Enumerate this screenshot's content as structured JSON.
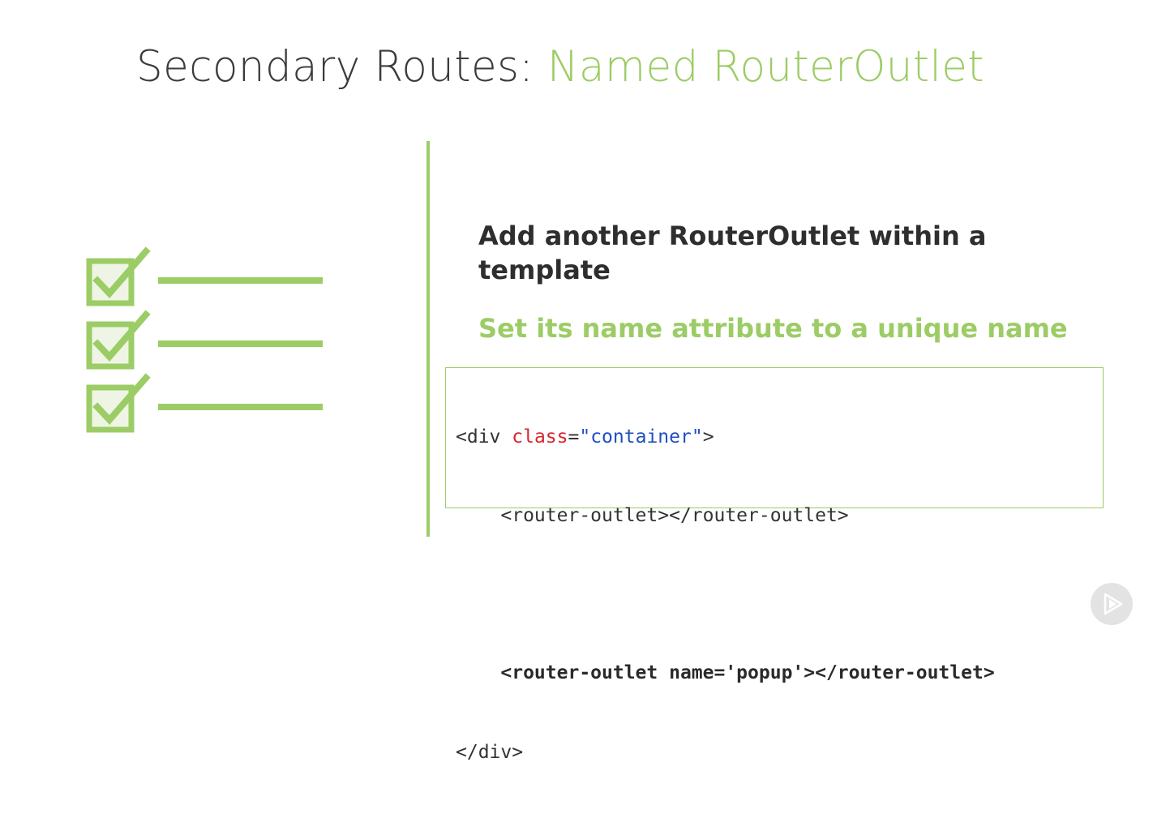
{
  "slide": {
    "title_main": "Secondary Routes: ",
    "title_accent": "Named RouterOutlet",
    "point_1": "Add another RouterOutlet within a template",
    "point_2": "Set its name attribute to a unique name"
  },
  "code": {
    "line1_open": "<div ",
    "line1_attr": "class",
    "line1_eq": "=",
    "line1_str": "\"container\"",
    "line1_close": ">",
    "line2": "    <router-outlet></router-outlet>",
    "line3": "",
    "line4": "    <router-outlet name='popup'></router-outlet>",
    "line5": "</div>"
  },
  "icons": {
    "checklist": "checklist-icon",
    "play": "play-icon"
  },
  "colors": {
    "accent": "#9ccc65",
    "text": "#3b3b3b",
    "code_attr": "#d7262e",
    "code_string": "#1f4fc0"
  }
}
